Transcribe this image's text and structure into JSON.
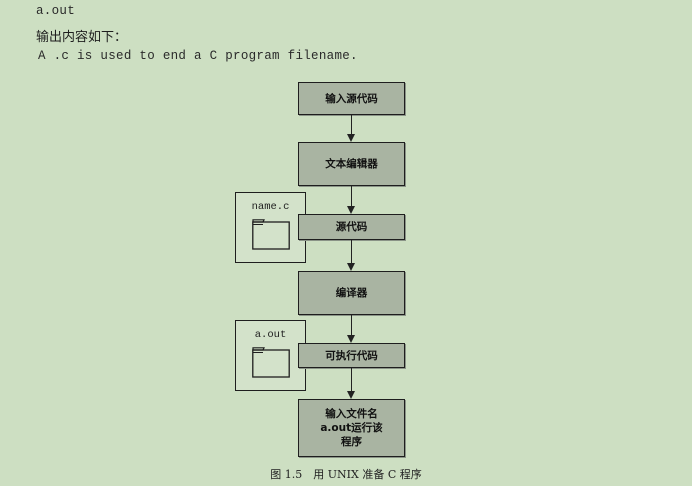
{
  "code_line_1": "a.out",
  "output_heading": "输出内容如下：",
  "output_text": "A .c is used to end a C program filename.",
  "diagram": {
    "steps": [
      {
        "label": "输入源代码"
      },
      {
        "label": "文本编辑器"
      },
      {
        "label": "源代码"
      },
      {
        "label": "编译器"
      },
      {
        "label": "可执行代码"
      },
      {
        "label_lines": [
          "输入文件名",
          "a.out运行该",
          "程序"
        ]
      }
    ],
    "files": [
      {
        "label": "name.c",
        "icon": "folder-icon"
      },
      {
        "label": "a.out",
        "icon": "folder-icon"
      }
    ]
  },
  "caption": "图 1.5　用 UNIX 准备 C 程序",
  "colors": {
    "background": "#cddfc2",
    "box_fill": "#a9b4a2",
    "stroke": "#1e1e1e"
  }
}
